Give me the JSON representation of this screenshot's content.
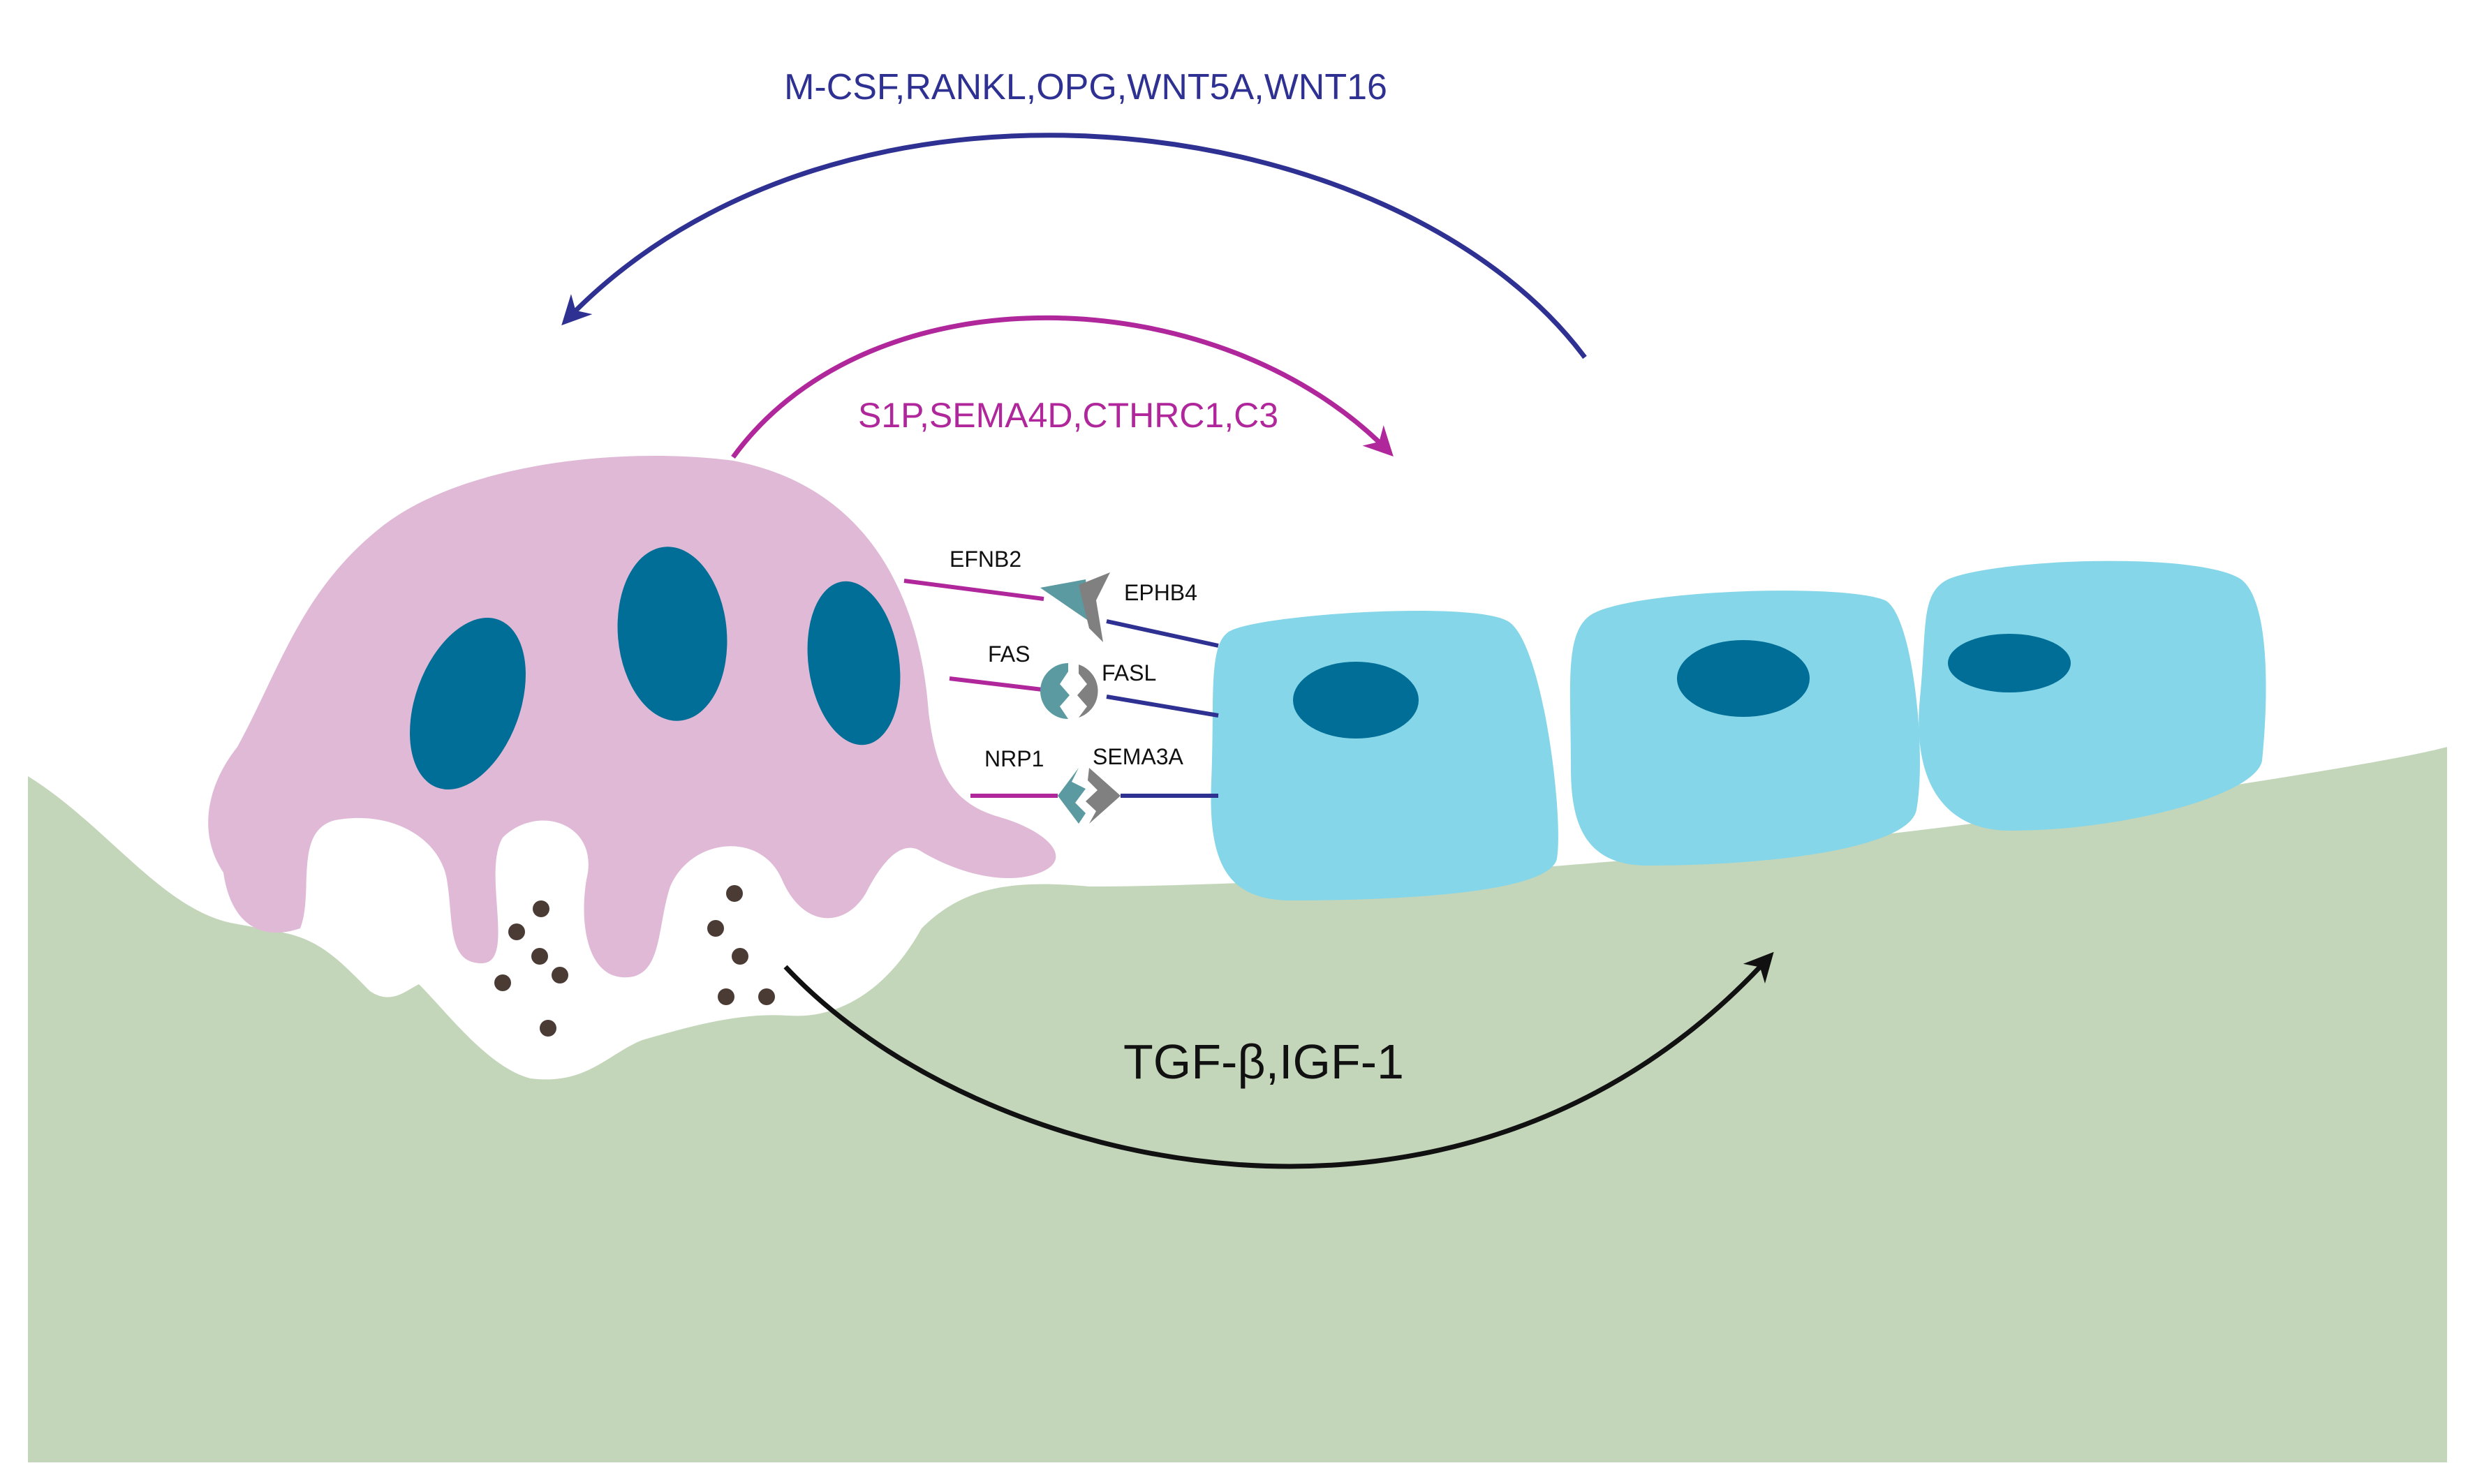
{
  "colors": {
    "background": "#ffffff",
    "bone": "#c3d6ba",
    "osteoclast": "#e0b9d6",
    "osteoclast_nucleus": "#006e96",
    "osteoblast": "#85d6e9",
    "osteoblast_nucleus": "#006e96",
    "osteoblast_to_osteoclast_arrow": "#2e3192",
    "osteoclast_to_osteoblast_arrow": "#b0279c",
    "matrix_arrow": "#111111",
    "ligand_teal": "#5a9aa0",
    "receptor_gray": "#808080",
    "matrix_particles": "#4a3c35"
  },
  "labels": {
    "osteoblast_to_osteoclast_factors": "M-CSF,RANKL,OPG,WNT5A,WNT16",
    "osteoclast_to_osteoblast_factors": "S1P,SEMA4D,CTHRC1,C3",
    "matrix_factors": "TGF-β,IGF-1"
  },
  "pairs": [
    {
      "osteoclast_side": "EFNB2",
      "osteoblast_side": "EPHB4"
    },
    {
      "osteoclast_side": "FAS",
      "osteoblast_side": "FASL"
    },
    {
      "osteoclast_side": "NRP1",
      "osteoblast_side": "SEMA3A"
    }
  ]
}
